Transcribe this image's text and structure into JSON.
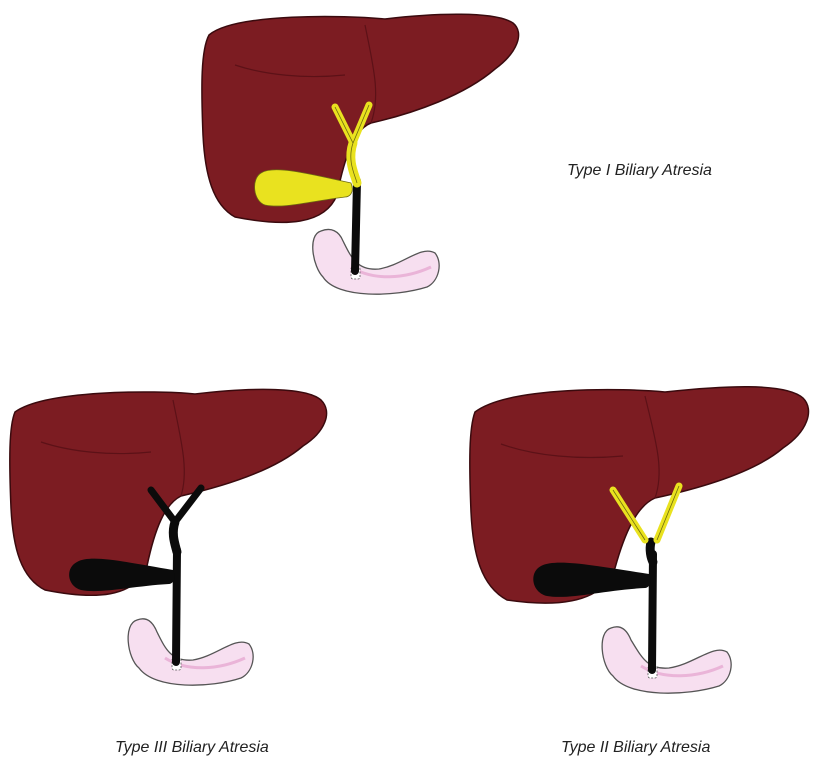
{
  "captions": {
    "type1": "Type I Biliary Atresia",
    "type3": "Type III Biliary Atresia",
    "type2": "Type II Biliary Atresia"
  },
  "colors": {
    "liver": "#7c1c22",
    "liver_shadow": "#5c1117",
    "liver_outline": "#3a0a0e",
    "patent_duct": "#e9e21f",
    "atretic_duct": "#0b0b0b",
    "duodenum_fill": "#f7dff0",
    "duodenum_shade": "#eab4d8",
    "duodenum_outline": "#555555"
  },
  "panels": [
    {
      "id": "type1",
      "intrahepatic_ducts": "patent",
      "gallbladder": "patent",
      "common_duct": "atretic"
    },
    {
      "id": "type3",
      "intrahepatic_ducts": "atretic",
      "gallbladder": "atretic",
      "common_duct": "atretic"
    },
    {
      "id": "type2",
      "intrahepatic_ducts": "patent",
      "gallbladder": "atretic",
      "common_duct": "atretic"
    }
  ]
}
